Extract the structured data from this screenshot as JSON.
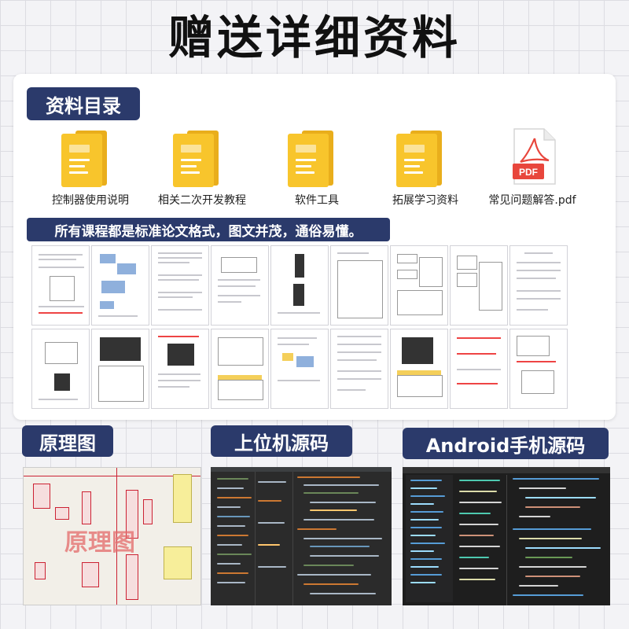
{
  "title": "赠送详细资料",
  "section_directory": {
    "label": "资料目录"
  },
  "files": [
    {
      "name": "控制器使用说明",
      "icon": "folder-icon"
    },
    {
      "name": "相关二次开发教程",
      "icon": "folder-icon"
    },
    {
      "name": "软件工具",
      "icon": "folder-icon"
    },
    {
      "name": "拓展学习资料",
      "icon": "folder-icon"
    },
    {
      "name": "常见问题解答.pdf",
      "icon": "pdf-icon",
      "badge": "PDF"
    }
  ],
  "courses_banner": "所有课程都是标准论文格式，图文并茂，通俗易懂。",
  "schematic": {
    "label": "原理图",
    "watermark": "原理图"
  },
  "pc_source": {
    "label": "上位机源码"
  },
  "android_source": {
    "label": "Android手机源码"
  },
  "colors": {
    "tag_bg": "#2b3a6b",
    "folder": "#f8c52c",
    "pdf": "#e8463c",
    "code_bg": "#2b2b2b"
  }
}
